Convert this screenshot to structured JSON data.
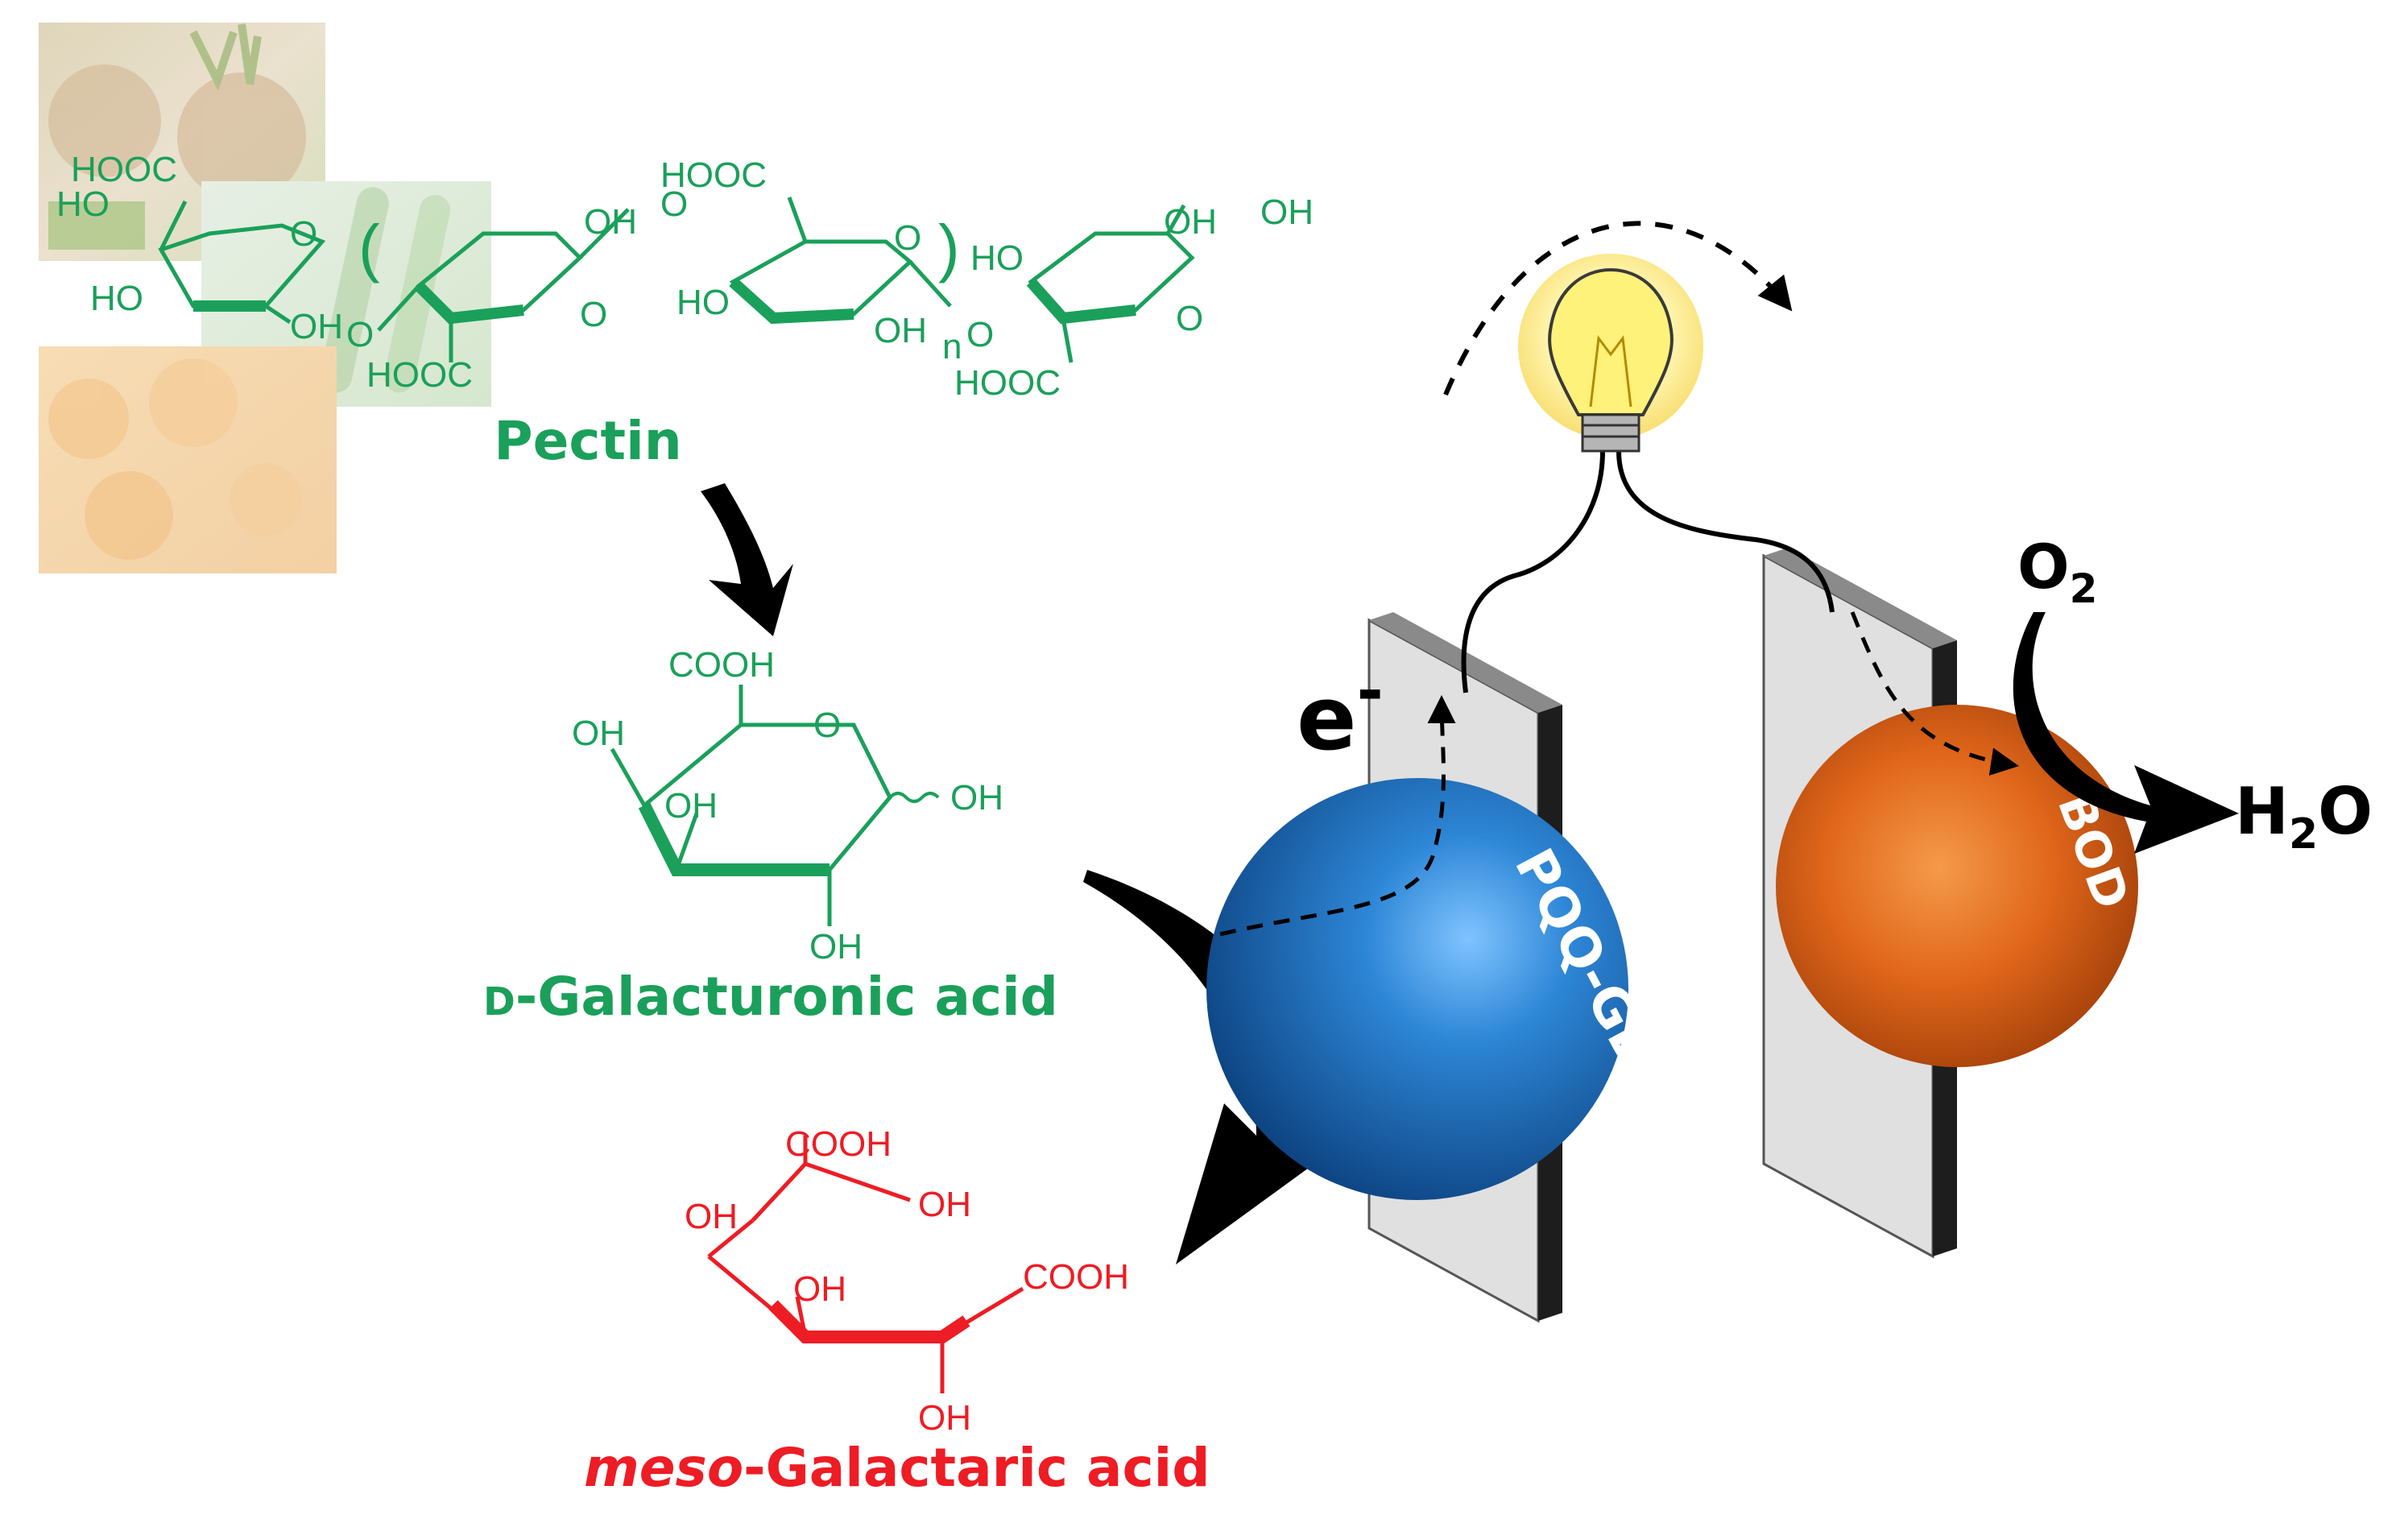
{
  "colors": {
    "pectin_green": "#1aa05a",
    "product_red": "#ee1c24",
    "electrode_face": "#dcdcdc",
    "electrode_edge": "#2a2a2a",
    "anode_enzyme": "#1666b8",
    "cathode_enzyme": "#e0661a",
    "bulb": "#fff27a"
  },
  "icons": {
    "photo_top": "sugar-beet-photo",
    "photo_middle": "cucumber-photo",
    "photo_bottom": "orange-peel-photo",
    "bulb": "light-bulb-icon"
  },
  "pectin": {
    "name": "Pectin",
    "labels": [
      "HOOC",
      "HO",
      "O",
      "HO",
      "OH",
      "O",
      "HOOC",
      "OH",
      "O",
      "O",
      "HOOC",
      "O",
      "HO",
      "OH",
      "n",
      "O",
      "HO",
      "OH",
      "OH",
      "O",
      "HOOC"
    ],
    "bracket_open": "(",
    "bracket_close": ")",
    "repeat_index": "n"
  },
  "galacturonic": {
    "name_prefix": "D",
    "name_rest": "-Galacturonic acid",
    "cooh": "COOH",
    "ring_o": "O",
    "oh_left": "OH",
    "oh_mid": "OH",
    "oh_right": "OH",
    "oh_bottom": "OH"
  },
  "galactaric": {
    "name_prefix": "meso",
    "name_rest": "-Galactaric acid",
    "cooh_top": "COOH",
    "cooh_right": "COOH",
    "oh_top_right": "OH",
    "oh_left": "OH",
    "oh_mid": "OH",
    "oh_bottom": "OH"
  },
  "cell": {
    "electron": "e",
    "electron_charge": "-",
    "anode_enzyme": "PQQ-GDH",
    "cathode_enzyme": "BOD",
    "oxygen": "O",
    "oxygen_sub": "2",
    "water_h": "H",
    "water_sub": "2",
    "water_o": "O"
  }
}
